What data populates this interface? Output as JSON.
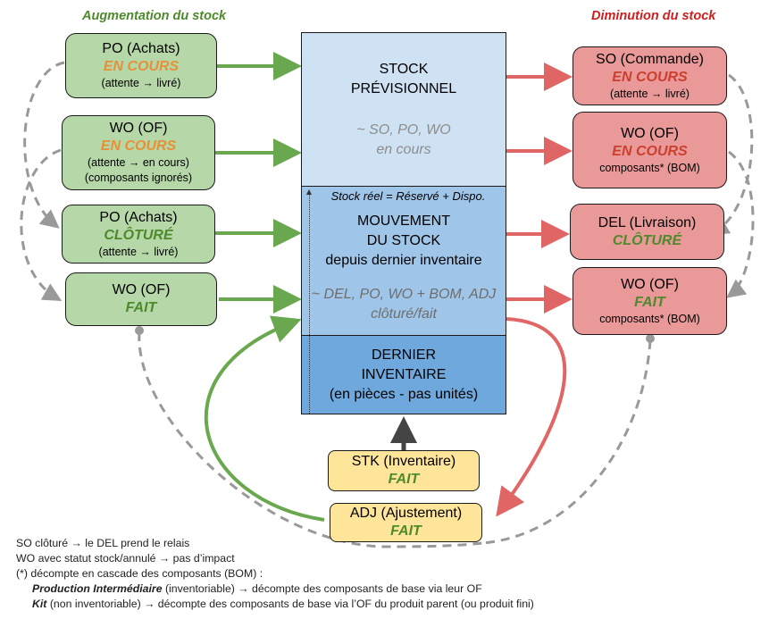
{
  "headers": {
    "increase": "Augmentation du stock",
    "decrease": "Diminution du stock"
  },
  "colors": {
    "increase_box": "#b6d7a8",
    "decrease_box": "#ea9999",
    "event_box": "#ffe599",
    "forecast_stock": "#cfe2f3",
    "stock_movement": "#9fc5e8",
    "last_inventory": "#6fa8dc",
    "status_in_progress_left": "#e69138",
    "status_in_progress_right": "#cc3f2e",
    "status_done": "#4d8a2b",
    "arrow_increase": "#6aa84f",
    "arrow_decrease": "#e06666",
    "arrow_dashed": "#999999"
  },
  "left_nodes": [
    {
      "title": "PO (Achats)",
      "status": "EN COURS",
      "lines": [
        "(attente → livré)"
      ]
    },
    {
      "title": "WO (OF)",
      "status": "EN COURS",
      "lines": [
        "(attente → en cours)",
        "(composants ignorés)"
      ]
    },
    {
      "title": "PO (Achats)",
      "status": "CLÔTURÉ",
      "lines": [
        "(attente → livré)"
      ]
    },
    {
      "title": "WO (OF)",
      "status": "FAIT",
      "lines": []
    }
  ],
  "right_nodes": [
    {
      "title": "SO (Commande)",
      "status": "EN COURS",
      "lines": [
        "(attente → livré)"
      ]
    },
    {
      "title": "WO (OF)",
      "status": "EN COURS",
      "lines": [
        "composants* (BOM)"
      ]
    },
    {
      "title": "DEL (Livraison)",
      "status": "CLÔTURÉ",
      "lines": []
    },
    {
      "title": "WO (OF)",
      "status": "FAIT",
      "lines": [
        "composants* (BOM)"
      ]
    }
  ],
  "center": {
    "forecast": {
      "title1": "STOCK",
      "title2": "PRÉVISIONNEL",
      "note1": "~ SO, PO, WO",
      "note2": "en cours"
    },
    "movement": {
      "real_stock": "Stock réel = Réservé + Dispo.",
      "title1": "MOUVEMENT",
      "title2": "DU STOCK",
      "title3": "depuis dernier inventaire",
      "note1": "~ DEL, PO, WO + BOM, ADJ",
      "note2": "clôturé/fait"
    },
    "inventory": {
      "title1": "DERNIER",
      "title2": "INVENTAIRE",
      "title3": "(en pièces - pas unités)"
    }
  },
  "bottom_nodes": [
    {
      "title": "STK (Inventaire)",
      "status": "FAIT"
    },
    {
      "title": "ADJ (Ajustement)",
      "status": "FAIT"
    }
  ],
  "notes": {
    "line1": "SO clôturé → le DEL prend le relais",
    "line2": "WO avec statut stock/annulé → pas d’impact",
    "line3": "(*) décompte en cascade des composants (BOM) :",
    "line4_bold": "Production Intermédiaire",
    "line4_rest": " (inventoriable) → décompte des composants de base via leur OF",
    "line5_bold": "Kit",
    "line5_rest": " (non inventoriable) → décompte des composants de base via l’OF du produit parent (ou produit fini)"
  }
}
